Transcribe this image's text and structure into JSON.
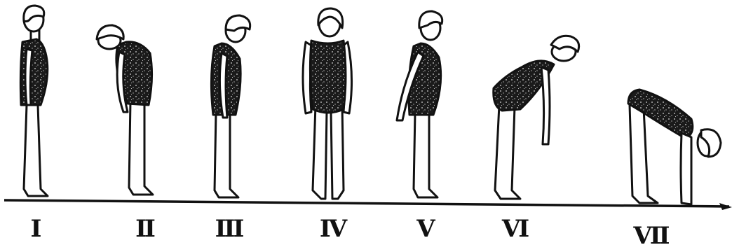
{
  "figures": [
    {
      "id": "figure-1",
      "label": "I"
    },
    {
      "id": "figure-2",
      "label": "II"
    },
    {
      "id": "figure-3",
      "label": "III"
    },
    {
      "id": "figure-4",
      "label": "IV"
    },
    {
      "id": "figure-5",
      "label": "V"
    },
    {
      "id": "figure-6",
      "label": "VI"
    },
    {
      "id": "figure-7",
      "label": "VII"
    }
  ],
  "colors": {
    "ink": "#111111",
    "background": "#ffffff"
  }
}
